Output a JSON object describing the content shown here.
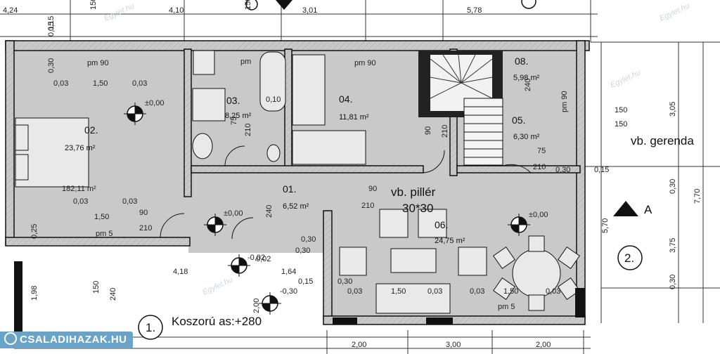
{
  "rooms": [
    {
      "num": "01.",
      "area": "6,52 m²"
    },
    {
      "num": "02.",
      "area": "23,76 m²"
    },
    {
      "num": "03.",
      "area": "8,25 m²"
    },
    {
      "num": "04.",
      "area": "11,81 m²"
    },
    {
      "num": "05.",
      "area": "6,30 m²"
    },
    {
      "num": "06.",
      "area": "24,75 m²"
    },
    {
      "num": "08.",
      "area": "5,98 m²"
    }
  ],
  "labels": {
    "vb_gerenda": "vb. gerenda",
    "vb_piller": "vb. pillér",
    "piller_size": "30*30",
    "koszoru": "Koszorú  as:+280",
    "section_a": "A",
    "axis_1": "1.",
    "axis_2": "2."
  },
  "levels": {
    "zero": "±0,00",
    "minus": "-0,30",
    "minus2": "-0,02"
  },
  "top_dims": [
    "4,24",
    "0,15",
    "150",
    "4,10",
    "150",
    "3,01",
    "5,78"
  ],
  "bottom_dims": [
    "2,00",
    "3,00",
    "2,00"
  ],
  "right_dims": [
    "3,05",
    "7,70",
    "0,30",
    "3,75",
    "5,70",
    "0,30",
    "150",
    "150",
    "0,30",
    "0,15",
    "75",
    "210"
  ],
  "misc_dims": [
    "pm 90",
    "pm 90",
    "pm",
    "pm 5",
    "pm 5",
    "0,03",
    "1,50",
    "0,03",
    "0,30",
    "0,10",
    "75",
    "210",
    "182,11 m²",
    "0,03",
    "0,03",
    "1,50",
    "90",
    "210",
    "0,25",
    "240",
    "0,02",
    "4,18",
    "1,64",
    "0,15",
    "0,30",
    "2,00",
    "1,98",
    "150",
    "240",
    "90",
    "210",
    "0,30",
    "90",
    "210",
    "0,03",
    "1,50",
    "0,03",
    "0,03",
    "1,50",
    "0,03",
    "pm 90",
    "240",
    "0,15",
    "0,30"
  ],
  "watermark": "Egylet.hu",
  "logo_text": "CSALADIHAZAK.HU"
}
